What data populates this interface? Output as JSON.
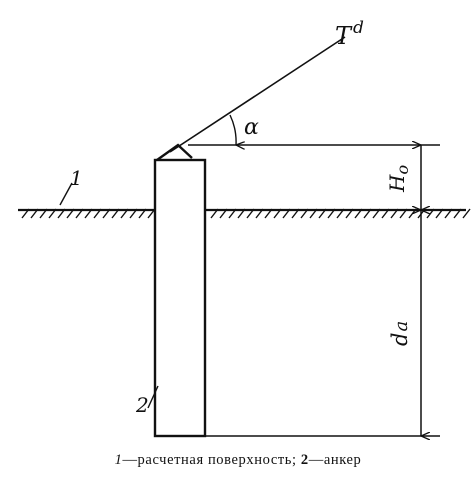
{
  "diagram": {
    "force_label": "T",
    "force_superscript": "d",
    "angle_label": "α",
    "height_above_label": "H",
    "height_above_subscript": "o",
    "depth_label": "d",
    "depth_subscript": "a",
    "surface_marker": "1",
    "anchor_marker": "2"
  },
  "caption": {
    "n1": "1",
    "t1": "—расчетная поверхность;",
    "n2": "2",
    "t2": "—анкер"
  }
}
